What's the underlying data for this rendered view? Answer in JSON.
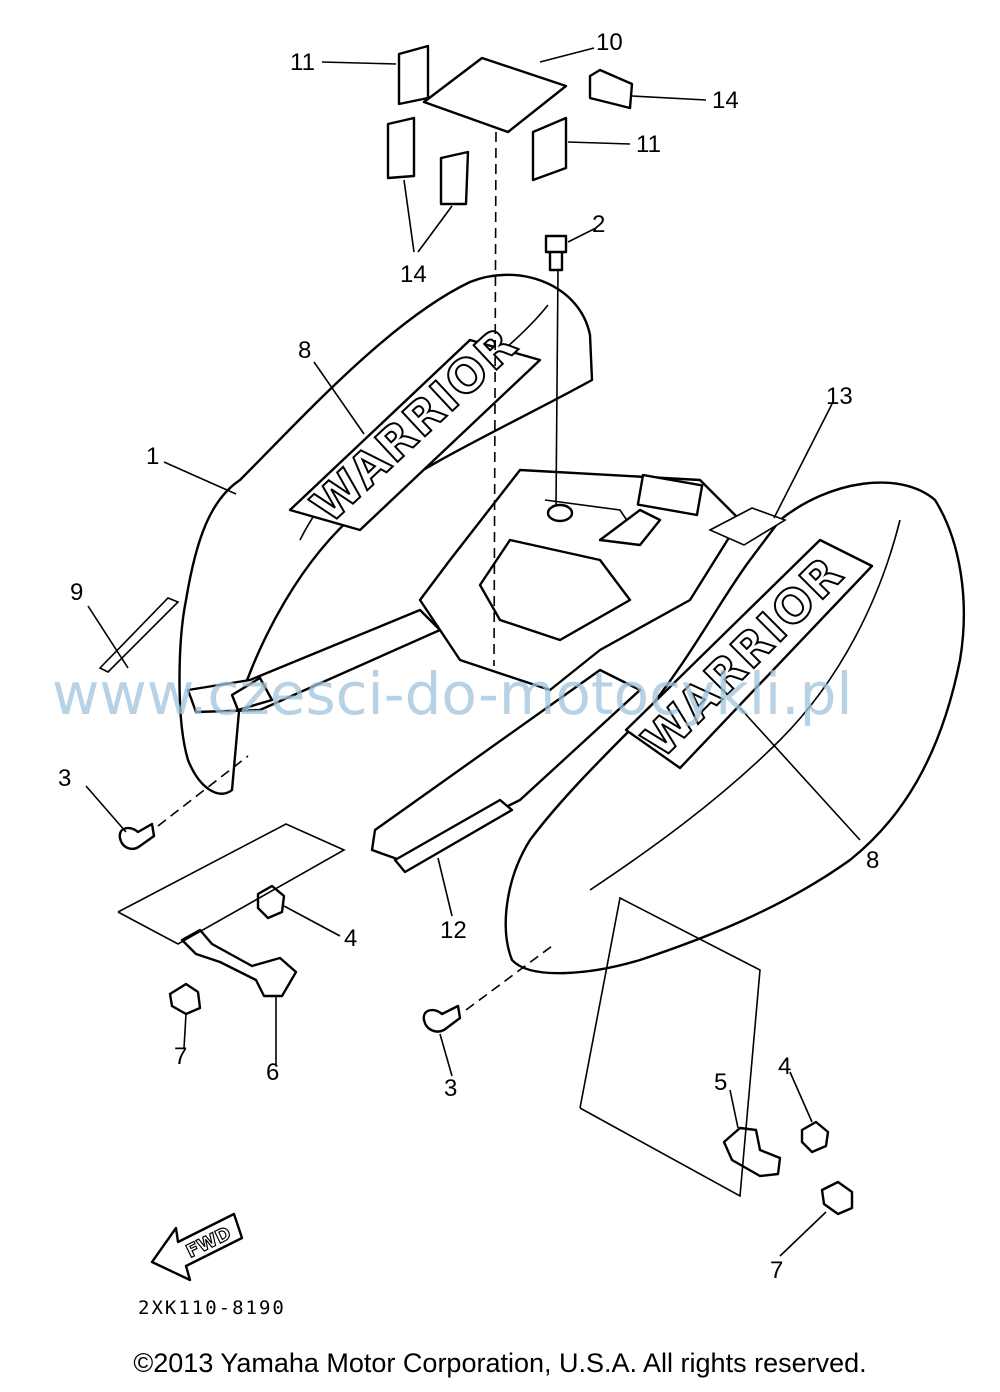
{
  "diagram": {
    "callouts": [
      "1",
      "2",
      "3",
      "3",
      "4",
      "4",
      "5",
      "6",
      "7",
      "7",
      "8",
      "8",
      "9",
      "10",
      "11",
      "11",
      "12",
      "13",
      "14",
      "14"
    ],
    "decal_text_left": "WARRIOR",
    "decal_text_right": "WARRIOR",
    "fwd_arrow_label": "FWD",
    "part_code": "2XK110-8190",
    "watermark": "www.czesci-do-motocykli.pl"
  },
  "footer": {
    "copyright": "©2013 Yamaha Motor Corporation, U.S.A. All rights reserved."
  }
}
